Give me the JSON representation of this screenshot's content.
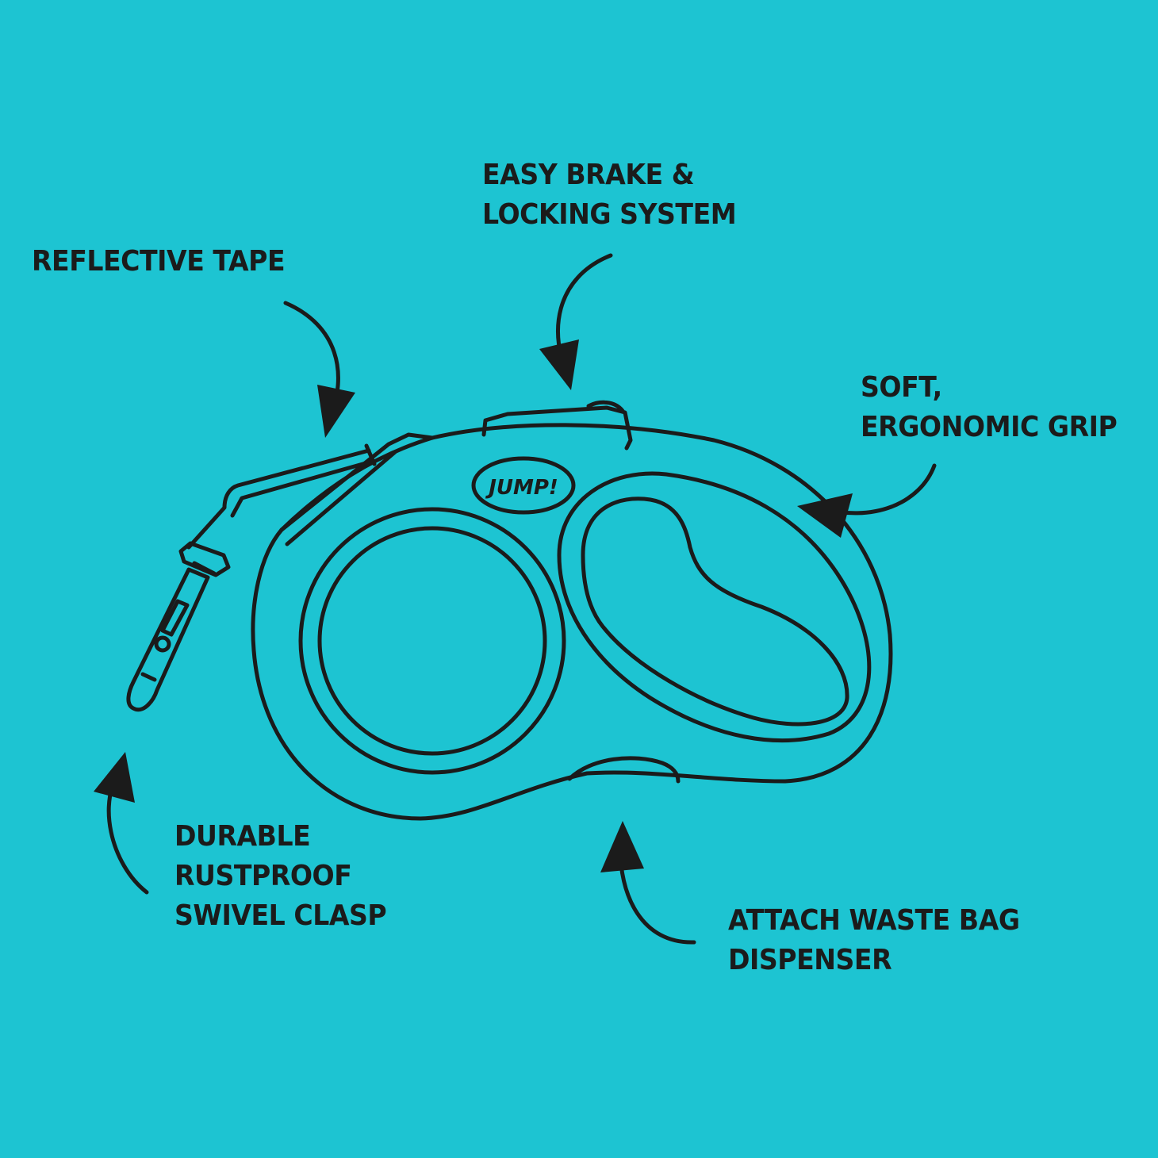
{
  "colors": {
    "background": "#1dc4d2",
    "ink": "#1b1b1b"
  },
  "logo": {
    "text": "JUMP!"
  },
  "callouts": {
    "reflective_tape": {
      "lines": [
        "REFLECTIVE TAPE"
      ]
    },
    "brake": {
      "lines": [
        "EASY BRAKE &",
        "LOCKING SYSTEM"
      ]
    },
    "grip": {
      "lines": [
        "SOFT,",
        "ERGONOMIC GRIP"
      ]
    },
    "clasp": {
      "lines": [
        "DURABLE",
        "RUSTPROOF",
        "SWIVEL CLASP"
      ]
    },
    "waste_bag": {
      "lines": [
        "ATTACH WASTE BAG",
        "DISPENSER"
      ]
    }
  }
}
